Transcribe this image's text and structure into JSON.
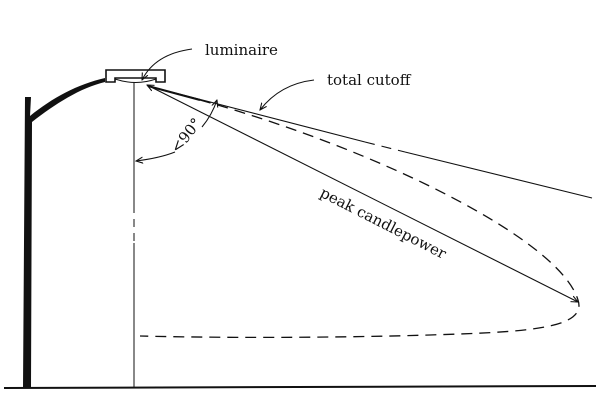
{
  "diagram": {
    "title": "Street light total cutoff distribution",
    "labels": {
      "luminaire": "luminaire",
      "total_cutoff": "total cutoff",
      "angle": "<90°",
      "peak": "peak candlepower"
    },
    "colors": {
      "ink": "#111111",
      "background": "#ffffff"
    }
  }
}
